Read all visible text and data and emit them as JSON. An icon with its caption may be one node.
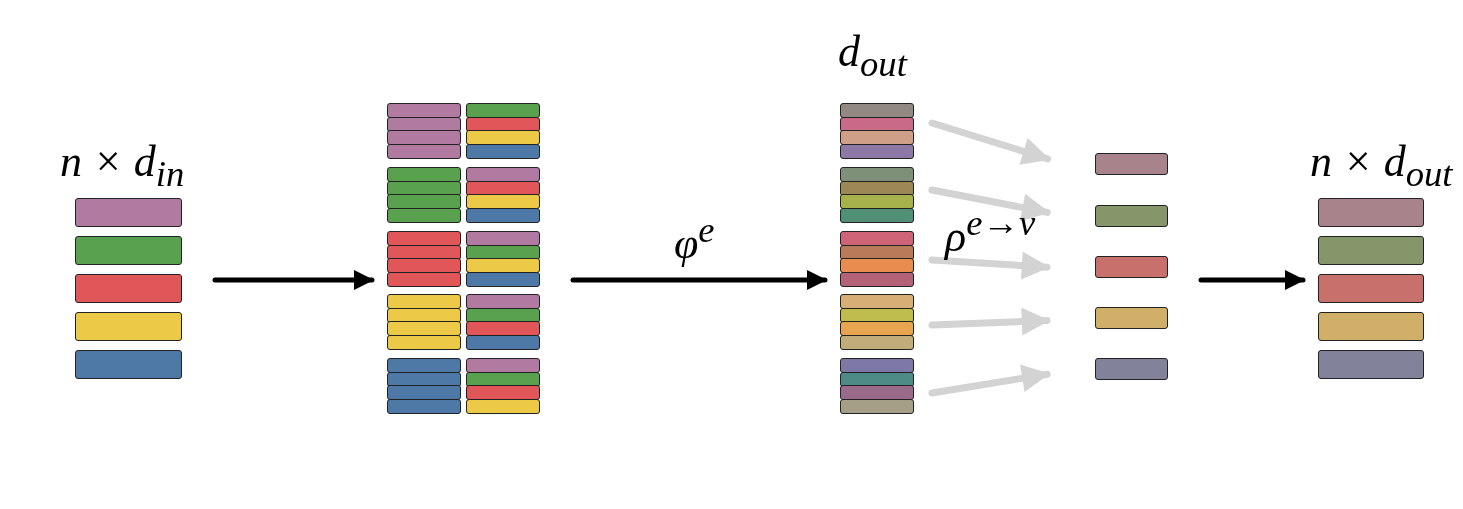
{
  "diagram": {
    "nodes": [
      {
        "text": [],
        "shape": "bar",
        "beside": [
          "n × d$_{in}$"
        ]
      },
      {
        "text": [],
        "shape": "bar"
      },
      {
        "text": [],
        "shape": "bar",
        "beside": [
          "d$_{out}$"
        ]
      },
      {
        "text": [],
        "shape": "bar",
        "in": 2
      },
      {
        "text": [],
        "shape": "bar",
        "in": 2
      },
      {
        "text": [],
        "shape": "bar",
        "in": 2
      },
      {
        "text": [],
        "shape": "bar",
        "in": 2
      },
      {
        "text": [],
        "shape": "bar",
        "in": 2
      },
      {
        "text": [],
        "shape": "bar"
      },
      {
        "text": [],
        "shape": "bar",
        "in": 8
      },
      {
        "text": [],
        "shape": "bar",
        "in": 8
      },
      {
        "text": [],
        "shape": "bar",
        "in": 8
      },
      {
        "text": [],
        "shape": "bar",
        "in": 8
      },
      {
        "text": [],
        "shape": "bar",
        "in": 8
      },
      {
        "text": [],
        "shape": "bar",
        "beside": [
          "n × d$_{out}$"
        ]
      }
    ],
    "edges": [
      {
        "from": 0,
        "to": 1,
        "arrow": "to",
        "color": "#000000"
      },
      {
        "from": 1,
        "to": 2,
        "arrow": "to",
        "color": "#000000",
        "label": "φ$^{e}$"
      },
      {
        "from": 3,
        "to": 9,
        "arrow": "to"
      },
      {
        "from": 4,
        "to": 10,
        "arrow": "to"
      },
      {
        "from": 5,
        "to": 11,
        "arrow": "to"
      },
      {
        "from": 6,
        "to": 12,
        "arrow": "to"
      },
      {
        "from": 7,
        "to": 13,
        "arrow": "to"
      },
      {
        "from": 8,
        "to": 14,
        "arrow": "to",
        "color": "#000000"
      }
    ],
    "labels": [
      "ρ$^{e→v}$"
    ]
  }
}
